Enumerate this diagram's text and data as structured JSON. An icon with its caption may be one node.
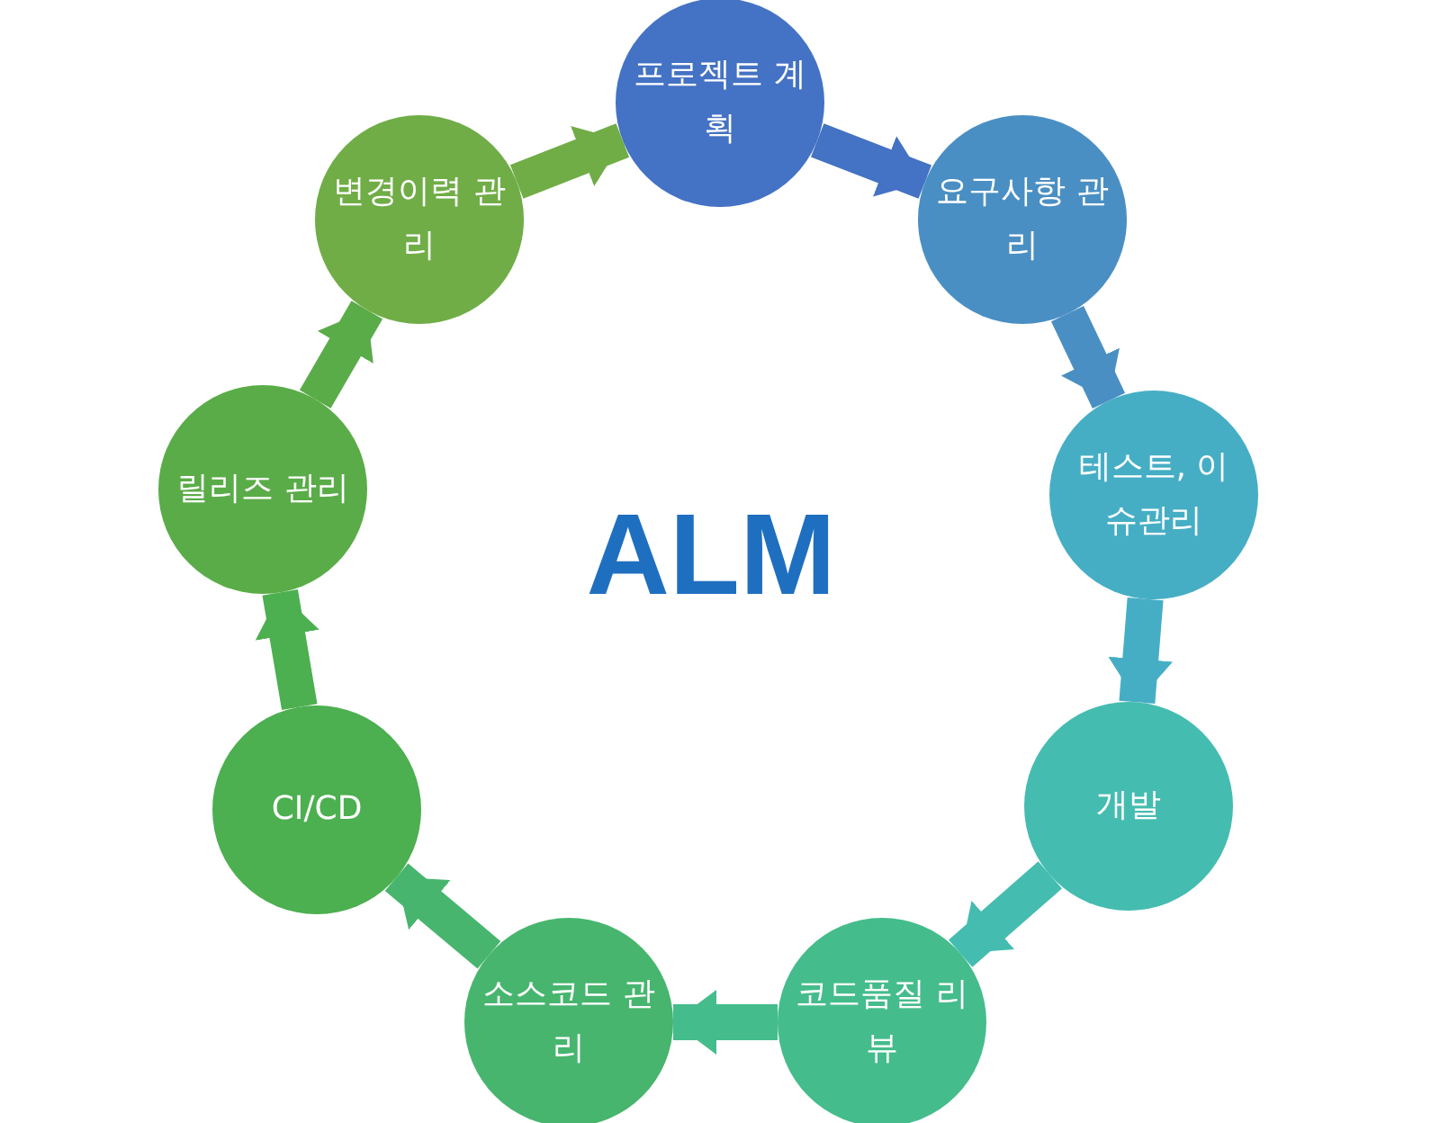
{
  "diagram": {
    "nodes": [
      {
        "text": [
          "프로젝트 계획"
        ]
      },
      {
        "text": [
          "요구사항 관리"
        ]
      },
      {
        "text": [
          "테스트, 이슈관리"
        ]
      },
      {
        "text": [
          "개발"
        ]
      },
      {
        "text": [
          "코드품질 리뷰"
        ]
      },
      {
        "text": [
          "소스코드 관리"
        ]
      },
      {
        "text": [
          "CI/CD"
        ]
      },
      {
        "text": [
          "릴리즈 관리"
        ]
      },
      {
        "text": [
          "변경이력 관리"
        ]
      }
    ],
    "edges": [
      {
        "from": 0,
        "to": 1,
        "arrow": "to",
        "color": "#4472c4"
      },
      {
        "from": 1,
        "to": 2,
        "arrow": "to",
        "color": "#4a8fc3"
      },
      {
        "from": 2,
        "to": 3,
        "arrow": "to",
        "color": "#46aec4"
      },
      {
        "from": 3,
        "to": 4,
        "arrow": "to",
        "color": "#45bcb0"
      },
      {
        "from": 4,
        "to": 5,
        "arrow": "to",
        "color": "#45bc8c"
      },
      {
        "from": 5,
        "to": 6,
        "arrow": "to",
        "color": "#47b56e"
      },
      {
        "from": 6,
        "to": 7,
        "arrow": "to",
        "color": "#4caf50"
      },
      {
        "from": 7,
        "to": 8,
        "arrow": "to",
        "color": "#5aac48"
      },
      {
        "from": 8,
        "to": 0,
        "arrow": "to",
        "color": "#70ad47"
      }
    ],
    "labels": [
      "ALM"
    ]
  }
}
